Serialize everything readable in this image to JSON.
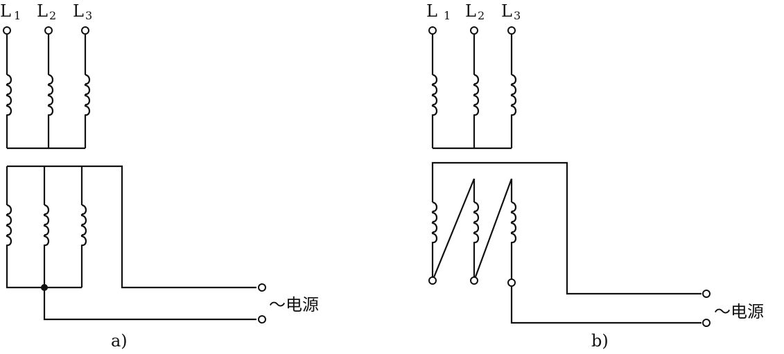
{
  "diagram_a": {
    "labels": {
      "L1": {
        "main": "L",
        "sub": "1"
      },
      "L2": {
        "main": "L",
        "sub": "2"
      },
      "L3": {
        "main": "L",
        "sub": "3"
      }
    },
    "source_label": "～电源",
    "caption": "a)"
  },
  "diagram_b": {
    "labels": {
      "L1": {
        "main": "L",
        "sub": "1"
      },
      "L2": {
        "main": "L",
        "sub": "2"
      },
      "L3": {
        "main": "L",
        "sub": "3"
      }
    },
    "source_label": "～电源",
    "caption": "b)"
  }
}
